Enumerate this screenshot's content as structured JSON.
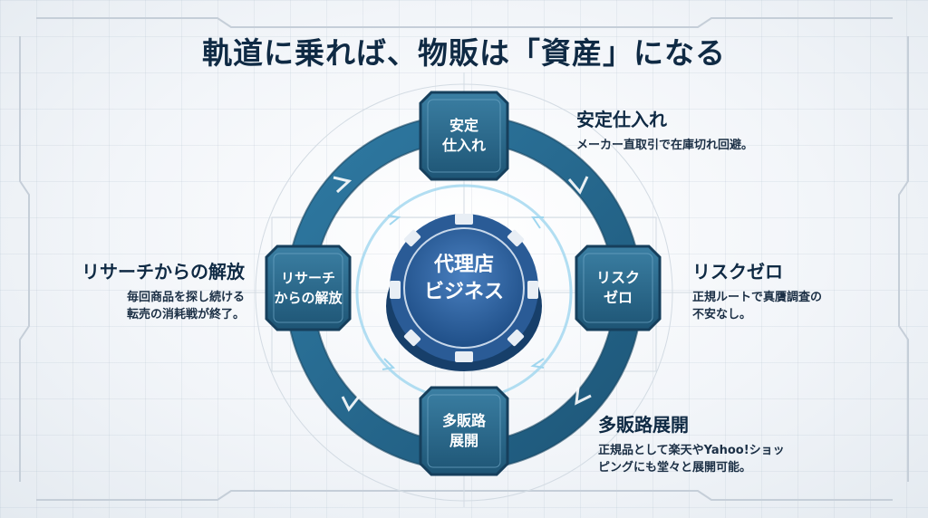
{
  "title": "軌道に乗れば、物販は「資産」になる",
  "hub": {
    "line1": "代理店",
    "line2": "ビジネス"
  },
  "nodes": {
    "top": {
      "line1": "安定",
      "line2": "仕入れ"
    },
    "right": {
      "line1": "リスク",
      "line2": "ゼロ"
    },
    "bottom": {
      "line1": "多販路",
      "line2": "展開"
    },
    "left": {
      "line1": "リサーチ",
      "line2": "からの解放"
    }
  },
  "callouts": {
    "top_right": {
      "title": "安定仕入れ",
      "desc": [
        "メーカー直取引で在庫切れ回避。"
      ]
    },
    "right": {
      "title": "リスクゼロ",
      "desc": [
        "正規ルートで真贋調査の",
        "不安なし。"
      ]
    },
    "bottom_right": {
      "title": "多販路展開",
      "desc": [
        "正規品として楽天やYahoo!ショッ",
        "ピングにも堂々と展開可能。"
      ]
    },
    "left": {
      "title": "リサーチからの解放",
      "desc": [
        "毎回商品を探し続ける",
        "転売の消耗戦が終了。"
      ]
    }
  },
  "colors": {
    "ring": "#2d6f96",
    "ring_dark": "#1c4f70",
    "node": "#2a6888",
    "hub": "#2f5f9e",
    "title": "#0f2a44"
  }
}
